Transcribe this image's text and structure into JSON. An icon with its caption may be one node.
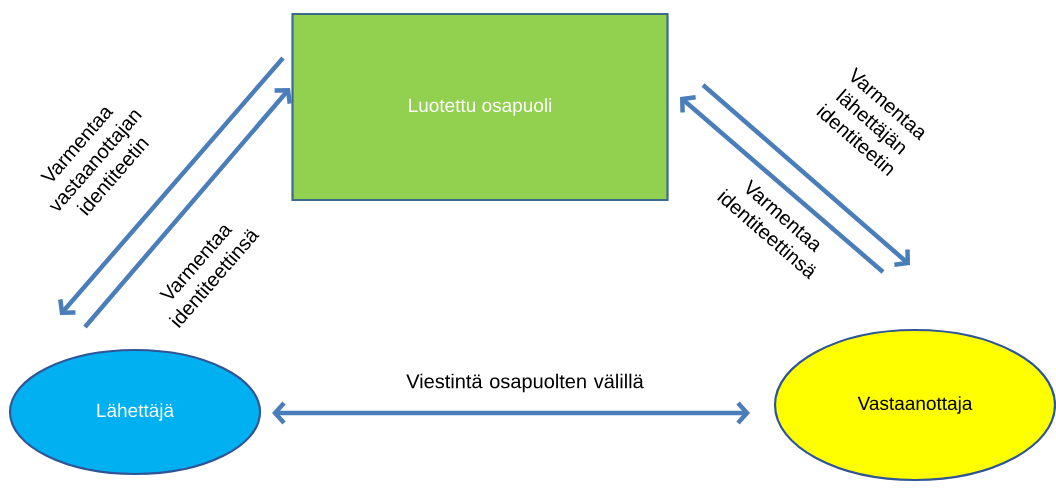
{
  "diagram": {
    "nodes": [
      {
        "text": [
          "Luotettu osapuoli"
        ]
      },
      {
        "text": [
          "Lähettäjä"
        ]
      },
      {
        "text": [
          "Vastaanottaja"
        ]
      }
    ],
    "edges": [
      {
        "from": 0,
        "to": 1,
        "arrow": "to",
        "label": "Varmentaa vastaanottajan identiteetin"
      },
      {
        "from": 1,
        "to": 0,
        "arrow": "to",
        "label": "Varmentaa identiteettinsä"
      },
      {
        "from": 0,
        "to": 2,
        "arrow": "to",
        "label": "Varmentaa lähettäjän identiteetin"
      },
      {
        "from": 2,
        "to": 0,
        "arrow": "to",
        "label": "Varmentaa identiteettinsä"
      },
      {
        "from": 1,
        "to": 2,
        "arrow": "both",
        "label": "Viestintä osapuolten välillä"
      }
    ]
  }
}
